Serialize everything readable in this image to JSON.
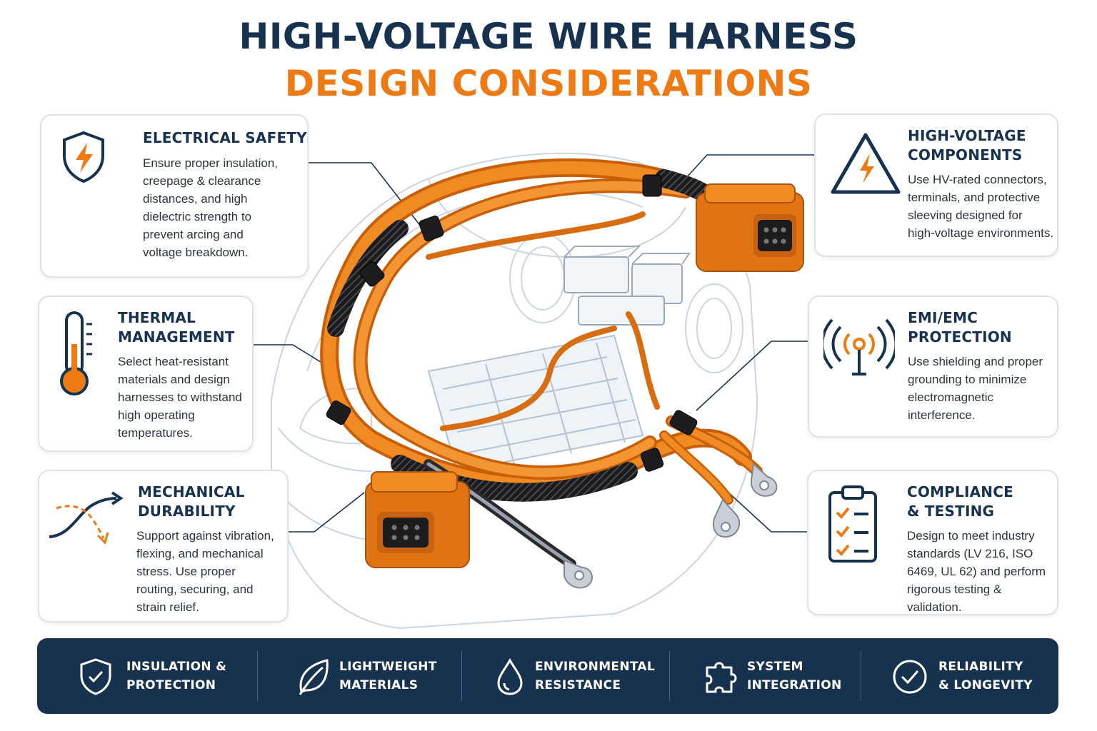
{
  "header": {
    "title_line1": "HIGH-VOLTAGE WIRE HARNESS",
    "title_line2": "DESIGN CONSIDERATIONS"
  },
  "colors": {
    "navy": "#17324f",
    "orange": "#ee7a14",
    "card_border": "#dfe3e8"
  },
  "cards": {
    "electrical_safety": {
      "icon": "shield-lightning-icon",
      "title": "ELECTRICAL SAFETY",
      "lines": [
        "Ensure proper insulation,",
        "creepage & clearance",
        "distances, and high",
        "dielectric strength to",
        "prevent arcing and",
        "voltage breakdown."
      ]
    },
    "thermal_management": {
      "icon": "thermometer-icon",
      "title_lines": [
        "THERMAL",
        "MANAGEMENT"
      ],
      "lines": [
        "Select heat-resistant",
        "materials and design",
        "harnesses to withstand",
        "high operating",
        "temperatures."
      ]
    },
    "mechanical_durability": {
      "icon": "flex-arrow-icon",
      "title_lines": [
        "MECHANICAL",
        "DURABILITY"
      ],
      "lines": [
        "Support against vibration,",
        "flexing, and mechanical",
        "stress. Use proper",
        "routing, securing, and",
        "strain relief."
      ]
    },
    "hv_components": {
      "icon": "warning-triangle-icon",
      "title_lines": [
        "HIGH-VOLTAGE",
        "COMPONENTS"
      ],
      "lines": [
        "Use HV-rated connectors,",
        "terminals, and protective",
        "sleeving designed for",
        "high-voltage environments."
      ]
    },
    "emi_emc": {
      "icon": "antenna-signal-icon",
      "title_lines": [
        "EMI/EMC",
        "PROTECTION"
      ],
      "lines": [
        "Use shielding and proper",
        "grounding to minimize",
        "electromagnetic",
        "interference."
      ]
    },
    "compliance": {
      "icon": "checklist-clipboard-icon",
      "title_lines": [
        "COMPLIANCE",
        "& TESTING"
      ],
      "lines": [
        "Design to meet industry",
        "standards (LV 216, ISO",
        "6469, UL 62) and perform",
        "rigorous testing & validation."
      ]
    }
  },
  "bottom_bar": [
    {
      "icon": "shield-check-icon",
      "lines": [
        "INSULATION &",
        "PROTECTION"
      ]
    },
    {
      "icon": "leaf-icon",
      "lines": [
        "LIGHTWEIGHT",
        "MATERIALS"
      ]
    },
    {
      "icon": "water-drop-icon",
      "lines": [
        "ENVIRONMENTAL",
        "RESISTANCE"
      ]
    },
    {
      "icon": "puzzle-piece-icon",
      "lines": [
        "SYSTEM",
        "INTEGRATION"
      ]
    },
    {
      "icon": "check-circle-icon",
      "lines": [
        "RELIABILITY",
        "& LONGEVITY"
      ]
    }
  ]
}
